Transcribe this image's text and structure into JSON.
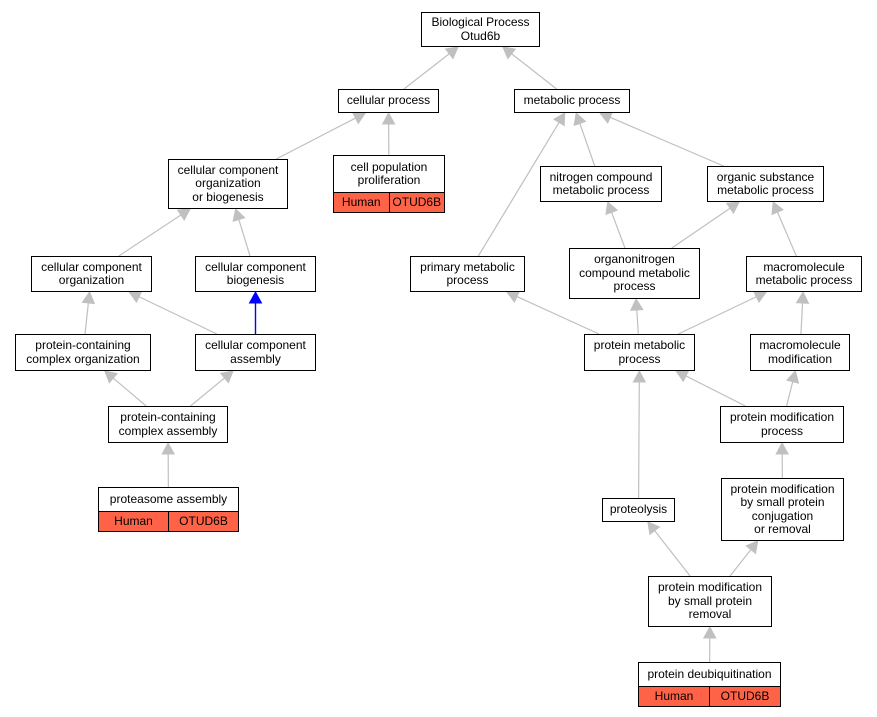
{
  "graph": {
    "colors": {
      "edge": "#c0c0c0",
      "highlight_edge": "#0000ff",
      "annotation_fill": "#ff6347"
    },
    "nodes": [
      {
        "id": "bp",
        "label": "Biological Process\nOtud6b"
      },
      {
        "id": "cp",
        "label": "cellular process"
      },
      {
        "id": "mp",
        "label": "metabolic process"
      },
      {
        "id": "ccob",
        "label": "cellular component\norganization\nor biogenesis"
      },
      {
        "id": "cpp",
        "label": "cell population\nproliferation",
        "annotations": [
          "Human",
          "OTUD6B"
        ]
      },
      {
        "id": "ncmp",
        "label": "nitrogen compound\nmetabolic process"
      },
      {
        "id": "osmp",
        "label": "organic substance\nmetabolic process"
      },
      {
        "id": "cco",
        "label": "cellular component\norganization"
      },
      {
        "id": "ccb",
        "label": "cellular component\nbiogenesis"
      },
      {
        "id": "pmp",
        "label": "primary metabolic\nprocess"
      },
      {
        "id": "oncmp",
        "label": "organonitrogen\ncompound metabolic\nprocess"
      },
      {
        "id": "macmp",
        "label": "macromolecule\nmetabolic process"
      },
      {
        "id": "pcco",
        "label": "protein-containing\ncomplex organization"
      },
      {
        "id": "cca",
        "label": "cellular component\nassembly"
      },
      {
        "id": "protmp",
        "label": "protein metabolic\nprocess"
      },
      {
        "id": "macmod",
        "label": "macromolecule\nmodification"
      },
      {
        "id": "pcca",
        "label": "protein-containing\ncomplex assembly"
      },
      {
        "id": "pmodp",
        "label": "protein modification\nprocess"
      },
      {
        "id": "proa",
        "label": "proteasome assembly",
        "annotations": [
          "Human",
          "OTUD6B"
        ]
      },
      {
        "id": "prot",
        "label": "proteolysis"
      },
      {
        "id": "pmspcr",
        "label": "protein modification\nby small protein\nconjugation\nor removal"
      },
      {
        "id": "pmspr",
        "label": "protein modification\nby small protein\nremoval"
      },
      {
        "id": "pdub",
        "label": "protein deubiquitination",
        "annotations": [
          "Human",
          "OTUD6B"
        ]
      }
    ],
    "edges": [
      {
        "from": "cp",
        "to": "bp"
      },
      {
        "from": "mp",
        "to": "bp"
      },
      {
        "from": "ccob",
        "to": "cp"
      },
      {
        "from": "cpp",
        "to": "cp"
      },
      {
        "from": "pmp",
        "to": "mp"
      },
      {
        "from": "ncmp",
        "to": "mp"
      },
      {
        "from": "osmp",
        "to": "mp"
      },
      {
        "from": "cco",
        "to": "ccob"
      },
      {
        "from": "ccb",
        "to": "ccob"
      },
      {
        "from": "oncmp",
        "to": "ncmp"
      },
      {
        "from": "oncmp",
        "to": "osmp"
      },
      {
        "from": "macmp",
        "to": "osmp"
      },
      {
        "from": "pcco",
        "to": "cco"
      },
      {
        "from": "cca",
        "to": "cco"
      },
      {
        "from": "cca",
        "to": "ccb",
        "highlight": true
      },
      {
        "from": "protmp",
        "to": "pmp"
      },
      {
        "from": "protmp",
        "to": "oncmp"
      },
      {
        "from": "protmp",
        "to": "macmp"
      },
      {
        "from": "macmod",
        "to": "macmp"
      },
      {
        "from": "pcca",
        "to": "pcco"
      },
      {
        "from": "pcca",
        "to": "cca"
      },
      {
        "from": "pmodp",
        "to": "protmp"
      },
      {
        "from": "pmodp",
        "to": "macmod"
      },
      {
        "from": "proa",
        "to": "pcca"
      },
      {
        "from": "prot",
        "to": "protmp"
      },
      {
        "from": "pmspcr",
        "to": "pmodp"
      },
      {
        "from": "pmspr",
        "to": "prot"
      },
      {
        "from": "pmspr",
        "to": "pmspcr"
      },
      {
        "from": "pdub",
        "to": "pmspr"
      }
    ]
  }
}
